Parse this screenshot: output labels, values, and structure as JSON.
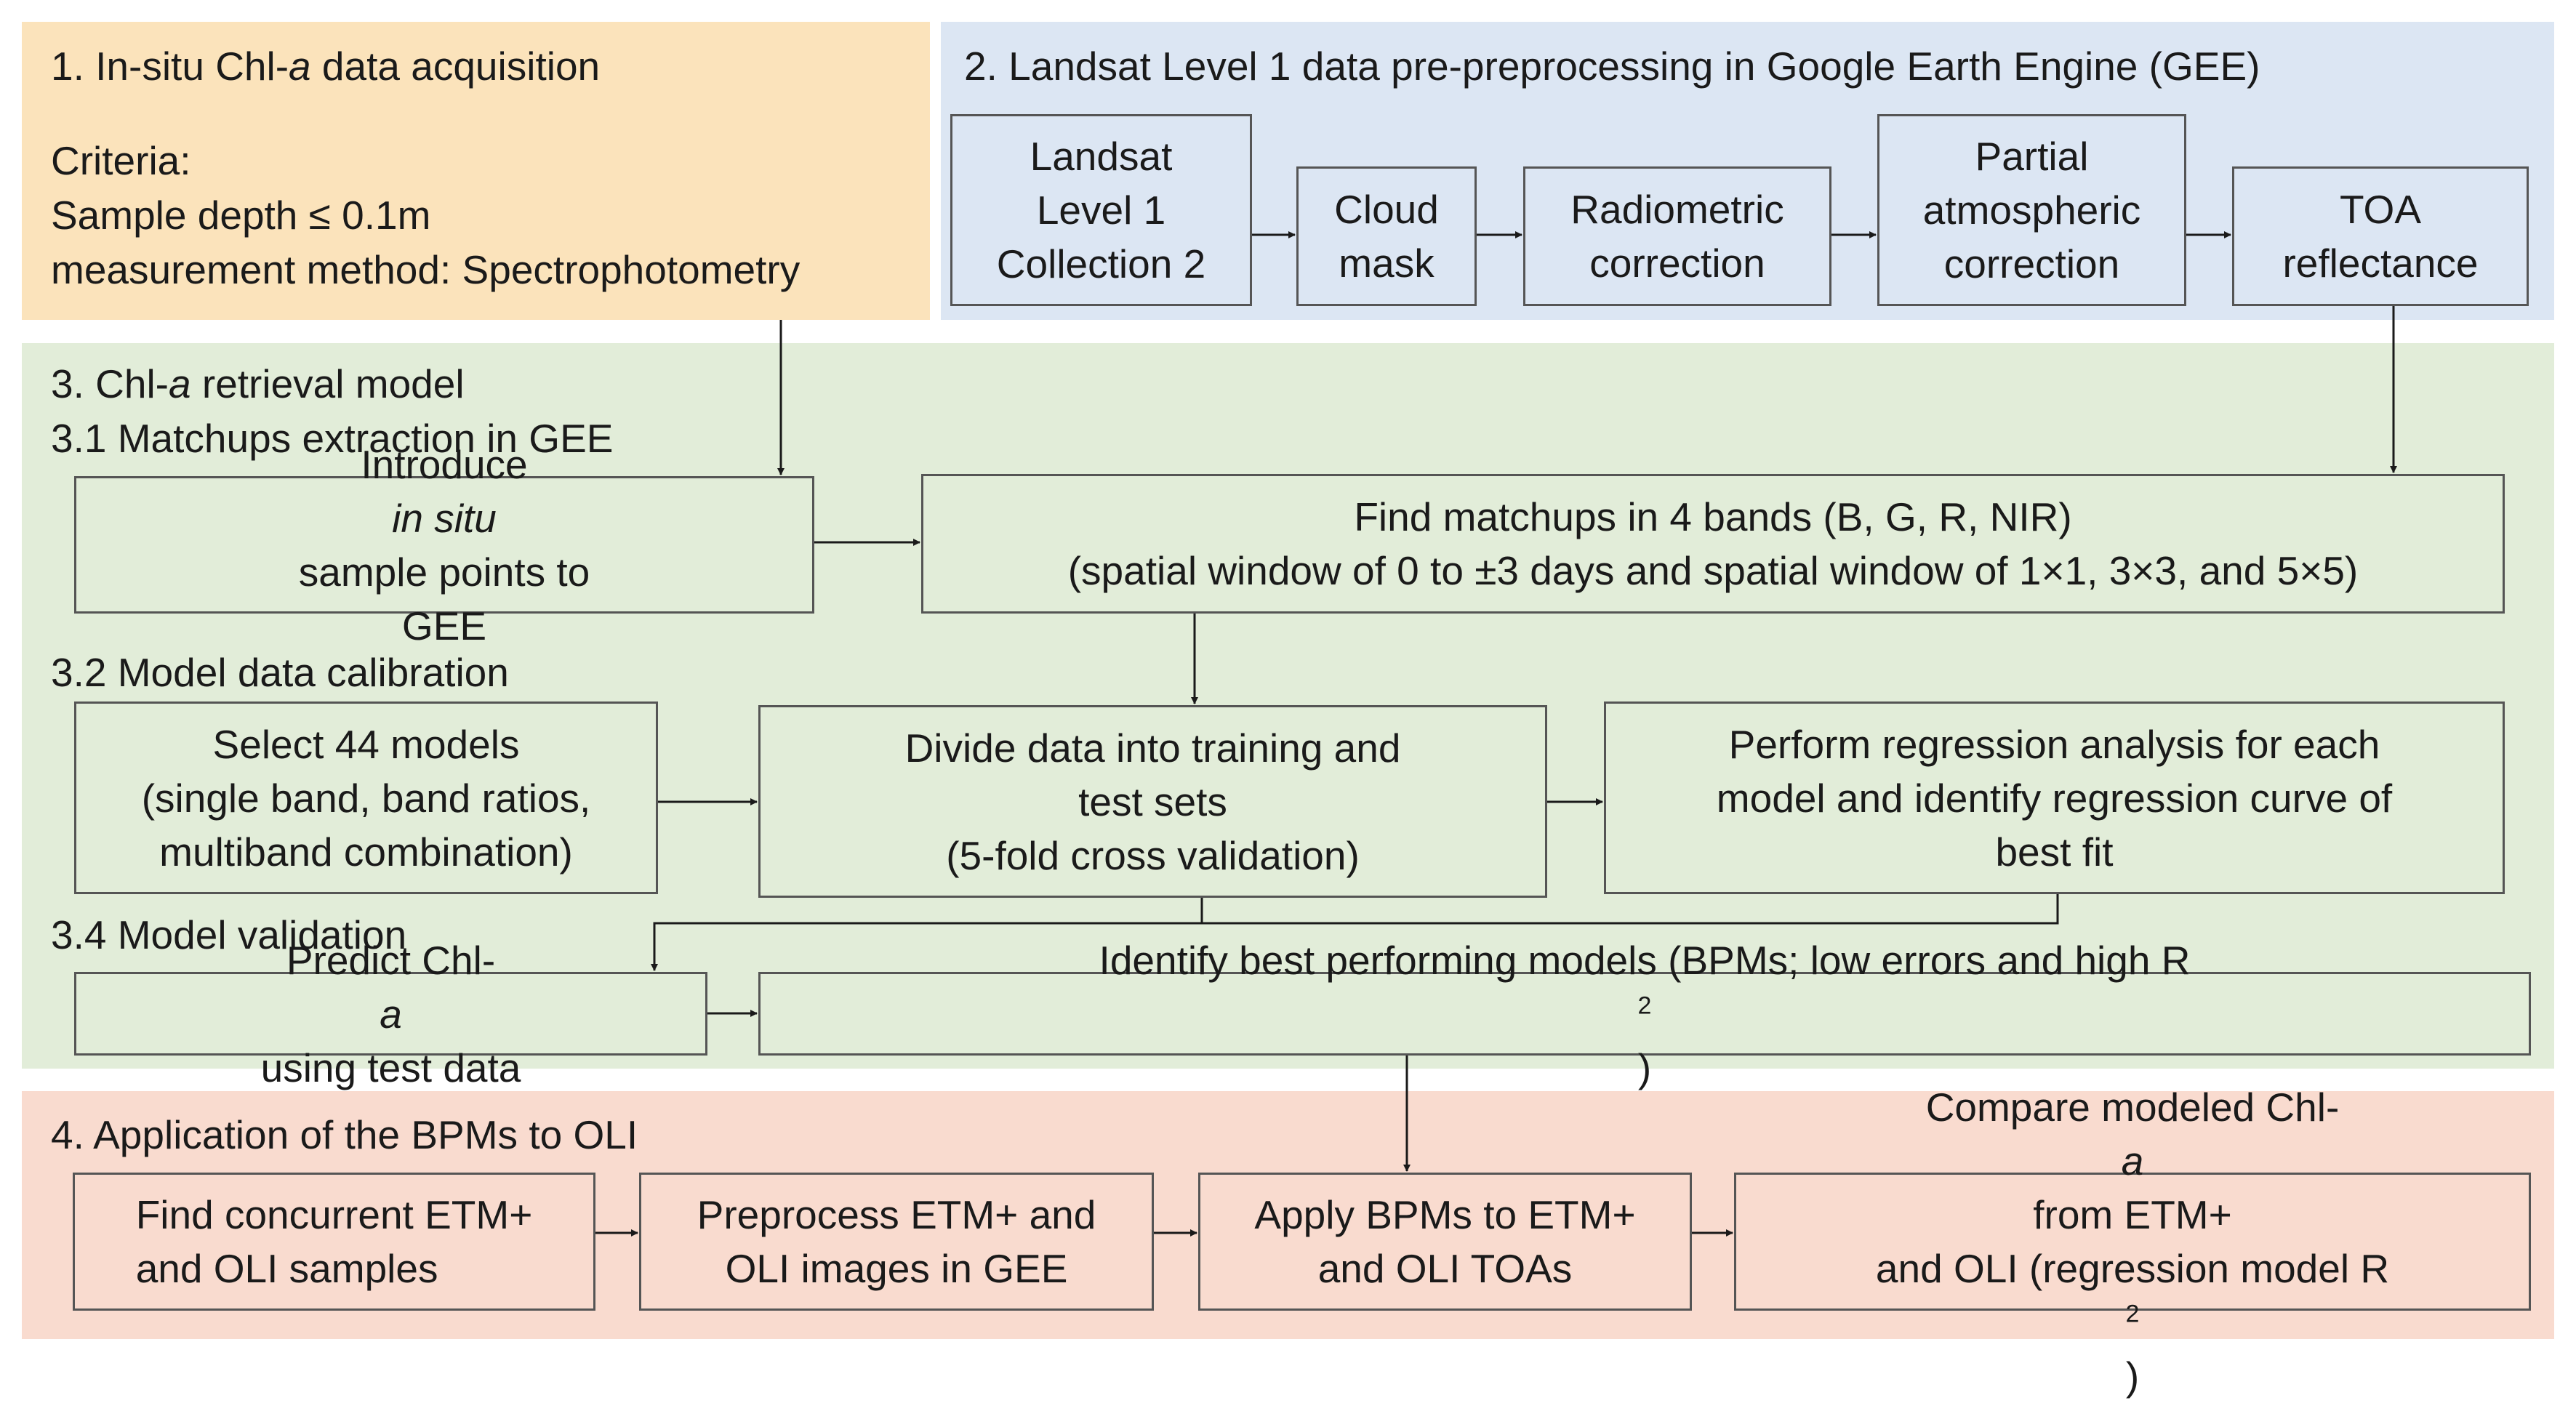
{
  "colors": {
    "panel1": "#fbe3bb",
    "panel2": "#dce6f3",
    "panel3": "#e2edd9",
    "panel4": "#f9dbcf",
    "border": "#555555",
    "arrow": "#1a1a1a"
  },
  "section1": {
    "title_prefix": "1.  In-situ Chl-",
    "title_italic": "a",
    "title_suffix": " data acquisition",
    "criteria_label": "Criteria:",
    "criteria_depth": "Sample depth ≤ 0.1m",
    "criteria_method": "measurement method: Spectrophotometry"
  },
  "section2": {
    "title": "2. Landsat Level 1 data pre-preprocessing in Google Earth Engine (GEE)",
    "boxes": {
      "landsat": [
        "Landsat",
        "Level 1",
        "Collection 2"
      ],
      "cloud": [
        "Cloud",
        "mask"
      ],
      "radiometric": [
        "Radiometric",
        "correction"
      ],
      "partial": [
        "Partial",
        "atmospheric",
        "correction"
      ],
      "toa": [
        "TOA",
        "reflectance"
      ]
    }
  },
  "section3": {
    "title_prefix": "3. Chl-",
    "title_italic": "a",
    "title_suffix": " retrieval model",
    "sub31": "3.1 Matchups extraction in GEE",
    "introduce": {
      "pre": "Introduce ",
      "italic": "in situ",
      "post": " sample points to",
      "line2": "GEE"
    },
    "find_matchups": [
      "Find matchups in 4 bands (B, G, R, NIR)",
      "(spatial window of 0 to ±3 days and spatial window of 1×1, 3×3, and 5×5)"
    ],
    "sub32": "3.2 Model data calibration",
    "select_models": [
      "Select 44 models",
      "(single band, band ratios,",
      "multiband combination)"
    ],
    "divide_data": [
      "Divide data into training and",
      "test sets",
      "(5-fold cross validation)"
    ],
    "regression": [
      "Perform regression analysis for each",
      "model and identify regression curve of",
      "best fit"
    ],
    "sub34": "3.4 Model validation",
    "predict": {
      "pre": "Predict Chl-",
      "italic": "a",
      "post": " using test data"
    },
    "identify": {
      "text": "Identify best performing models (BPMs; low errors and high R",
      "sup": "2",
      "close": ")"
    }
  },
  "section4": {
    "title": "4. Application of the BPMs to OLI",
    "find_concurrent": [
      "Find concurrent ETM+",
      "and OLI samples"
    ],
    "preprocess": [
      "Preprocess ETM+ and",
      "OLI images in GEE"
    ],
    "apply": [
      "Apply BPMs to ETM+",
      "and OLI TOAs"
    ],
    "compare": {
      "l1_pre": "Compare modeled Chl-",
      "l1_italic": "a",
      "l1_post": " from ETM+",
      "l2": "and OLI (regression model R",
      "l2_sup": "2",
      "l2_close": ")"
    }
  }
}
